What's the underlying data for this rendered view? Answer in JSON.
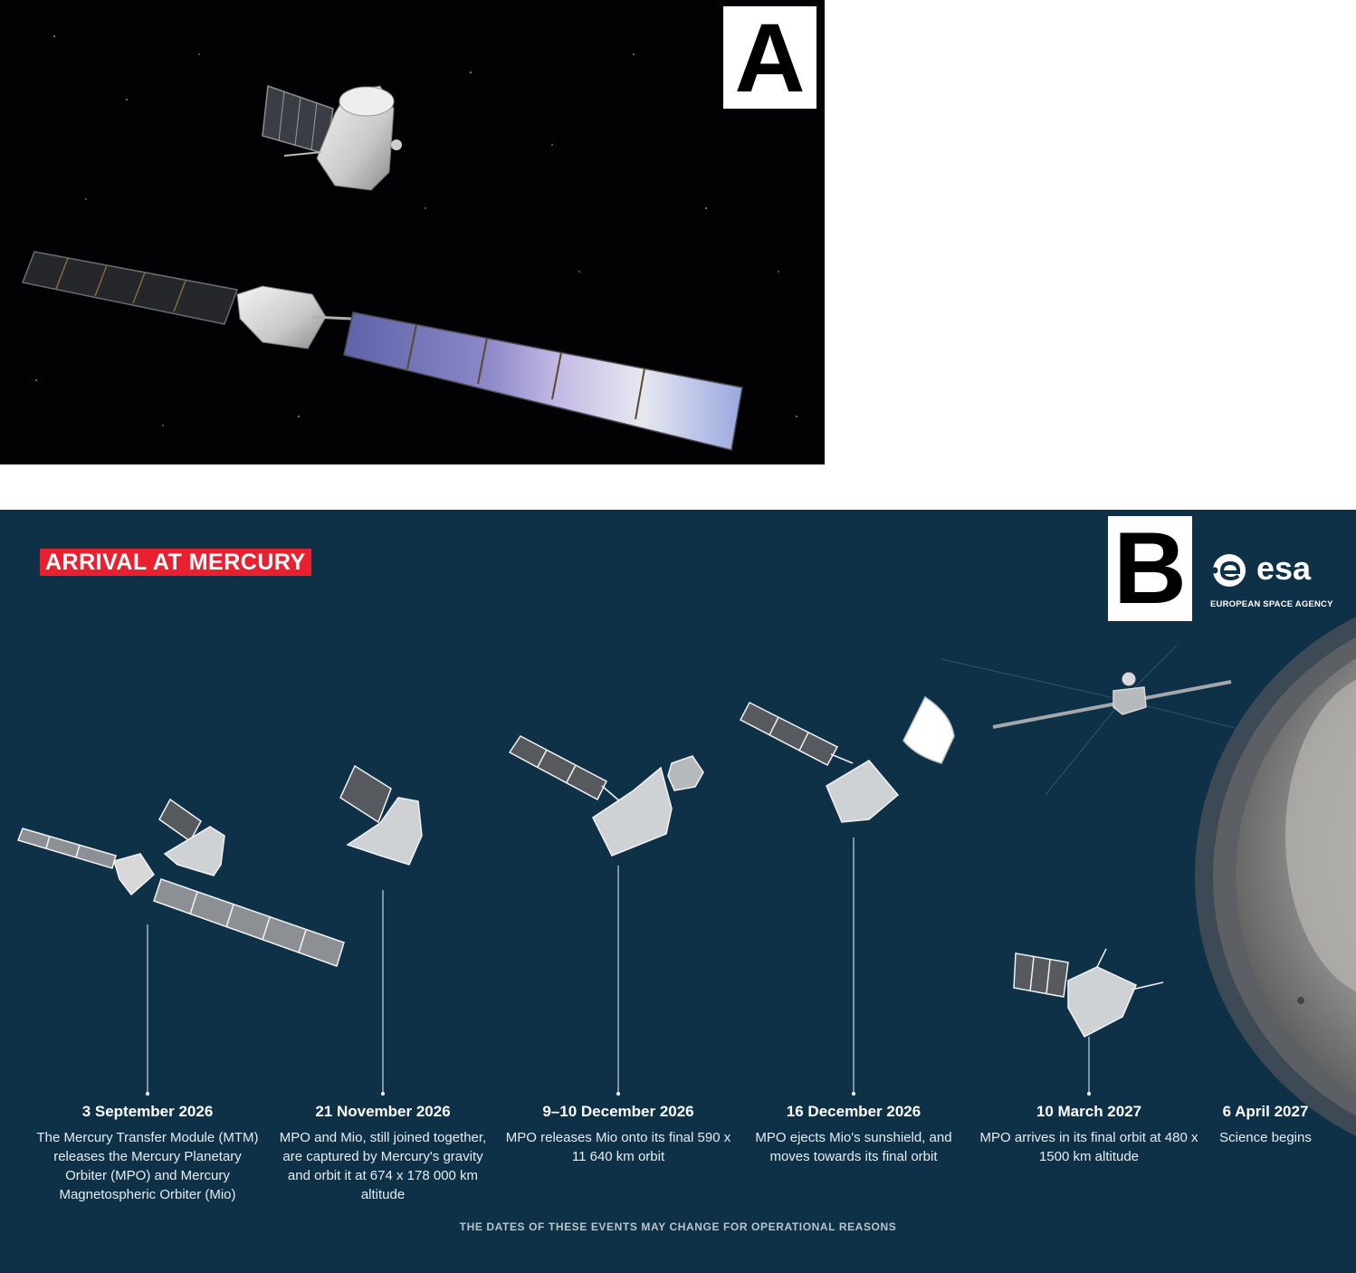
{
  "panel_a": {
    "letter": "A"
  },
  "panel_b": {
    "letter": "B",
    "title": "ARRIVAL AT MERCURY",
    "logo": {
      "wordmark": "esa",
      "subtitle": "EUROPEAN SPACE AGENCY"
    },
    "events": [
      {
        "date": "3 September 2026",
        "description": "The Mercury Transfer Module (MTM) releases the Mercury Planetary Orbiter (MPO) and Mercury Magnetospheric Orbiter (Mio)"
      },
      {
        "date": "21 November 2026",
        "description": "MPO and Mio, still joined together, are captured by Mercury's gravity and orbit it at 674 x 178 000 km altitude"
      },
      {
        "date": "9–10 December 2026",
        "description": "MPO releases Mio onto its final 590 x 11 640 km orbit"
      },
      {
        "date": "16 December 2026",
        "description": "MPO ejects Mio's sunshield, and moves towards its final orbit"
      },
      {
        "date": "10 March 2027",
        "description": "MPO arrives in its final orbit at 480 x 1500 km altitude"
      },
      {
        "date": "6 April 2027",
        "description": "Science begins"
      }
    ],
    "footnote": "THE DATES OF THESE EVENTS MAY CHANGE FOR OPERATIONAL REASONS"
  },
  "colors": {
    "panel_b_background": "#0e3148",
    "title_banner": "#e8202f",
    "text": "#ffffff"
  }
}
